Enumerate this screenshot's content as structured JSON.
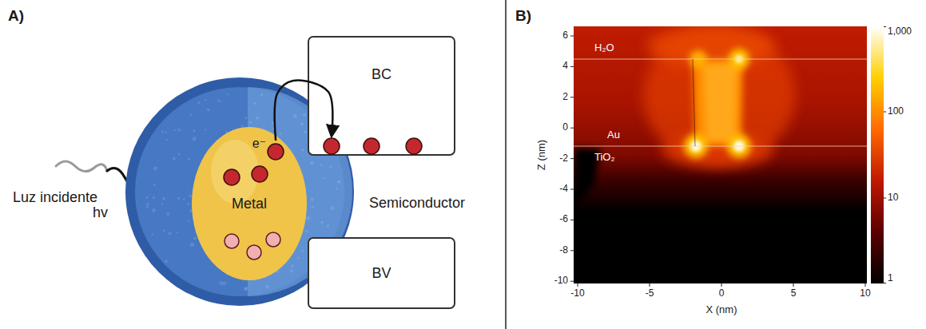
{
  "diagram": {
    "nodes": [
      {
        "text": [
          "Semiconductor"
        ]
      },
      {
        "text": [
          "Metal"
        ],
        "in": 0
      },
      {
        "text": [
          "BC"
        ]
      },
      {
        "text": [
          "BV"
        ]
      }
    ],
    "edges": [
      {
        "from": 1,
        "to": 2,
        "arrow": "to"
      }
    ],
    "labels": [
      "A)",
      "Luz incidente",
      "hv",
      "e⁻",
      "B)",
      "H₂O",
      "Au",
      "TiO₂",
      "6",
      "4",
      "2",
      "0",
      "-2",
      "-4",
      "-6",
      "-8",
      "-10",
      "Z (nm)",
      "-10",
      "-5",
      "0",
      "5",
      "10",
      "X (nm)",
      "1,000",
      "100",
      "10",
      "1"
    ]
  }
}
